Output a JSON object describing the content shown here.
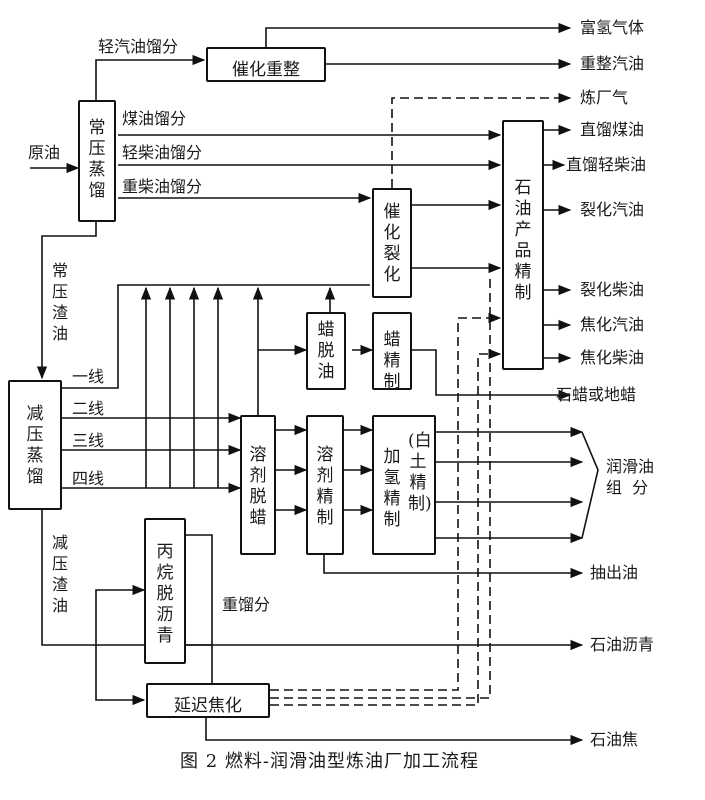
{
  "caption": "图 2   燃料-润滑油型炼油厂加工流程",
  "inputs": {
    "crude": "原油"
  },
  "units": {
    "atmospheric": "常压蒸馏",
    "reforming": "催化重整",
    "cracking": "催化裂化",
    "vacuum": "减压蒸馏",
    "dewax_wax": "蜡脱油",
    "wax_refine": "蜡精制",
    "solvent_dewax": "溶剂脱蜡",
    "solvent_refine": "溶剂精制",
    "hydro_refine": "加氢精制",
    "clay_refine": "(白土精制)",
    "product_refine": "石油产品精制",
    "deasphalt": "丙烷脱沥青",
    "coking": "延迟焦化"
  },
  "streams": {
    "light_gasoline": "轻汽油馏分",
    "kerosene": "煤油馏分",
    "light_diesel": "轻柴油馏分",
    "heavy_diesel": "重柴油馏分",
    "atm_residue": "常压渣油",
    "line1": "一线",
    "line2": "二线",
    "line3": "三线",
    "line4": "四线",
    "vac_residue": "减压渣油",
    "heavy_fraction": "重馏分"
  },
  "products": {
    "hydrogen_gas": "富氢气体",
    "reformate": "重整汽油",
    "refinery_gas": "炼厂气",
    "sr_kerosene": "直馏煤油",
    "sr_light_diesel": "直馏轻柴油",
    "cracked_gasoline": "裂化汽油",
    "cracked_diesel": "裂化柴油",
    "coker_gasoline": "焦化汽油",
    "coker_diesel": "焦化柴油",
    "wax": "石蜡或地蜡",
    "lube": "润滑油组  分",
    "extract": "抽出油",
    "asphalt": "石油沥青",
    "coke": "石油焦"
  }
}
